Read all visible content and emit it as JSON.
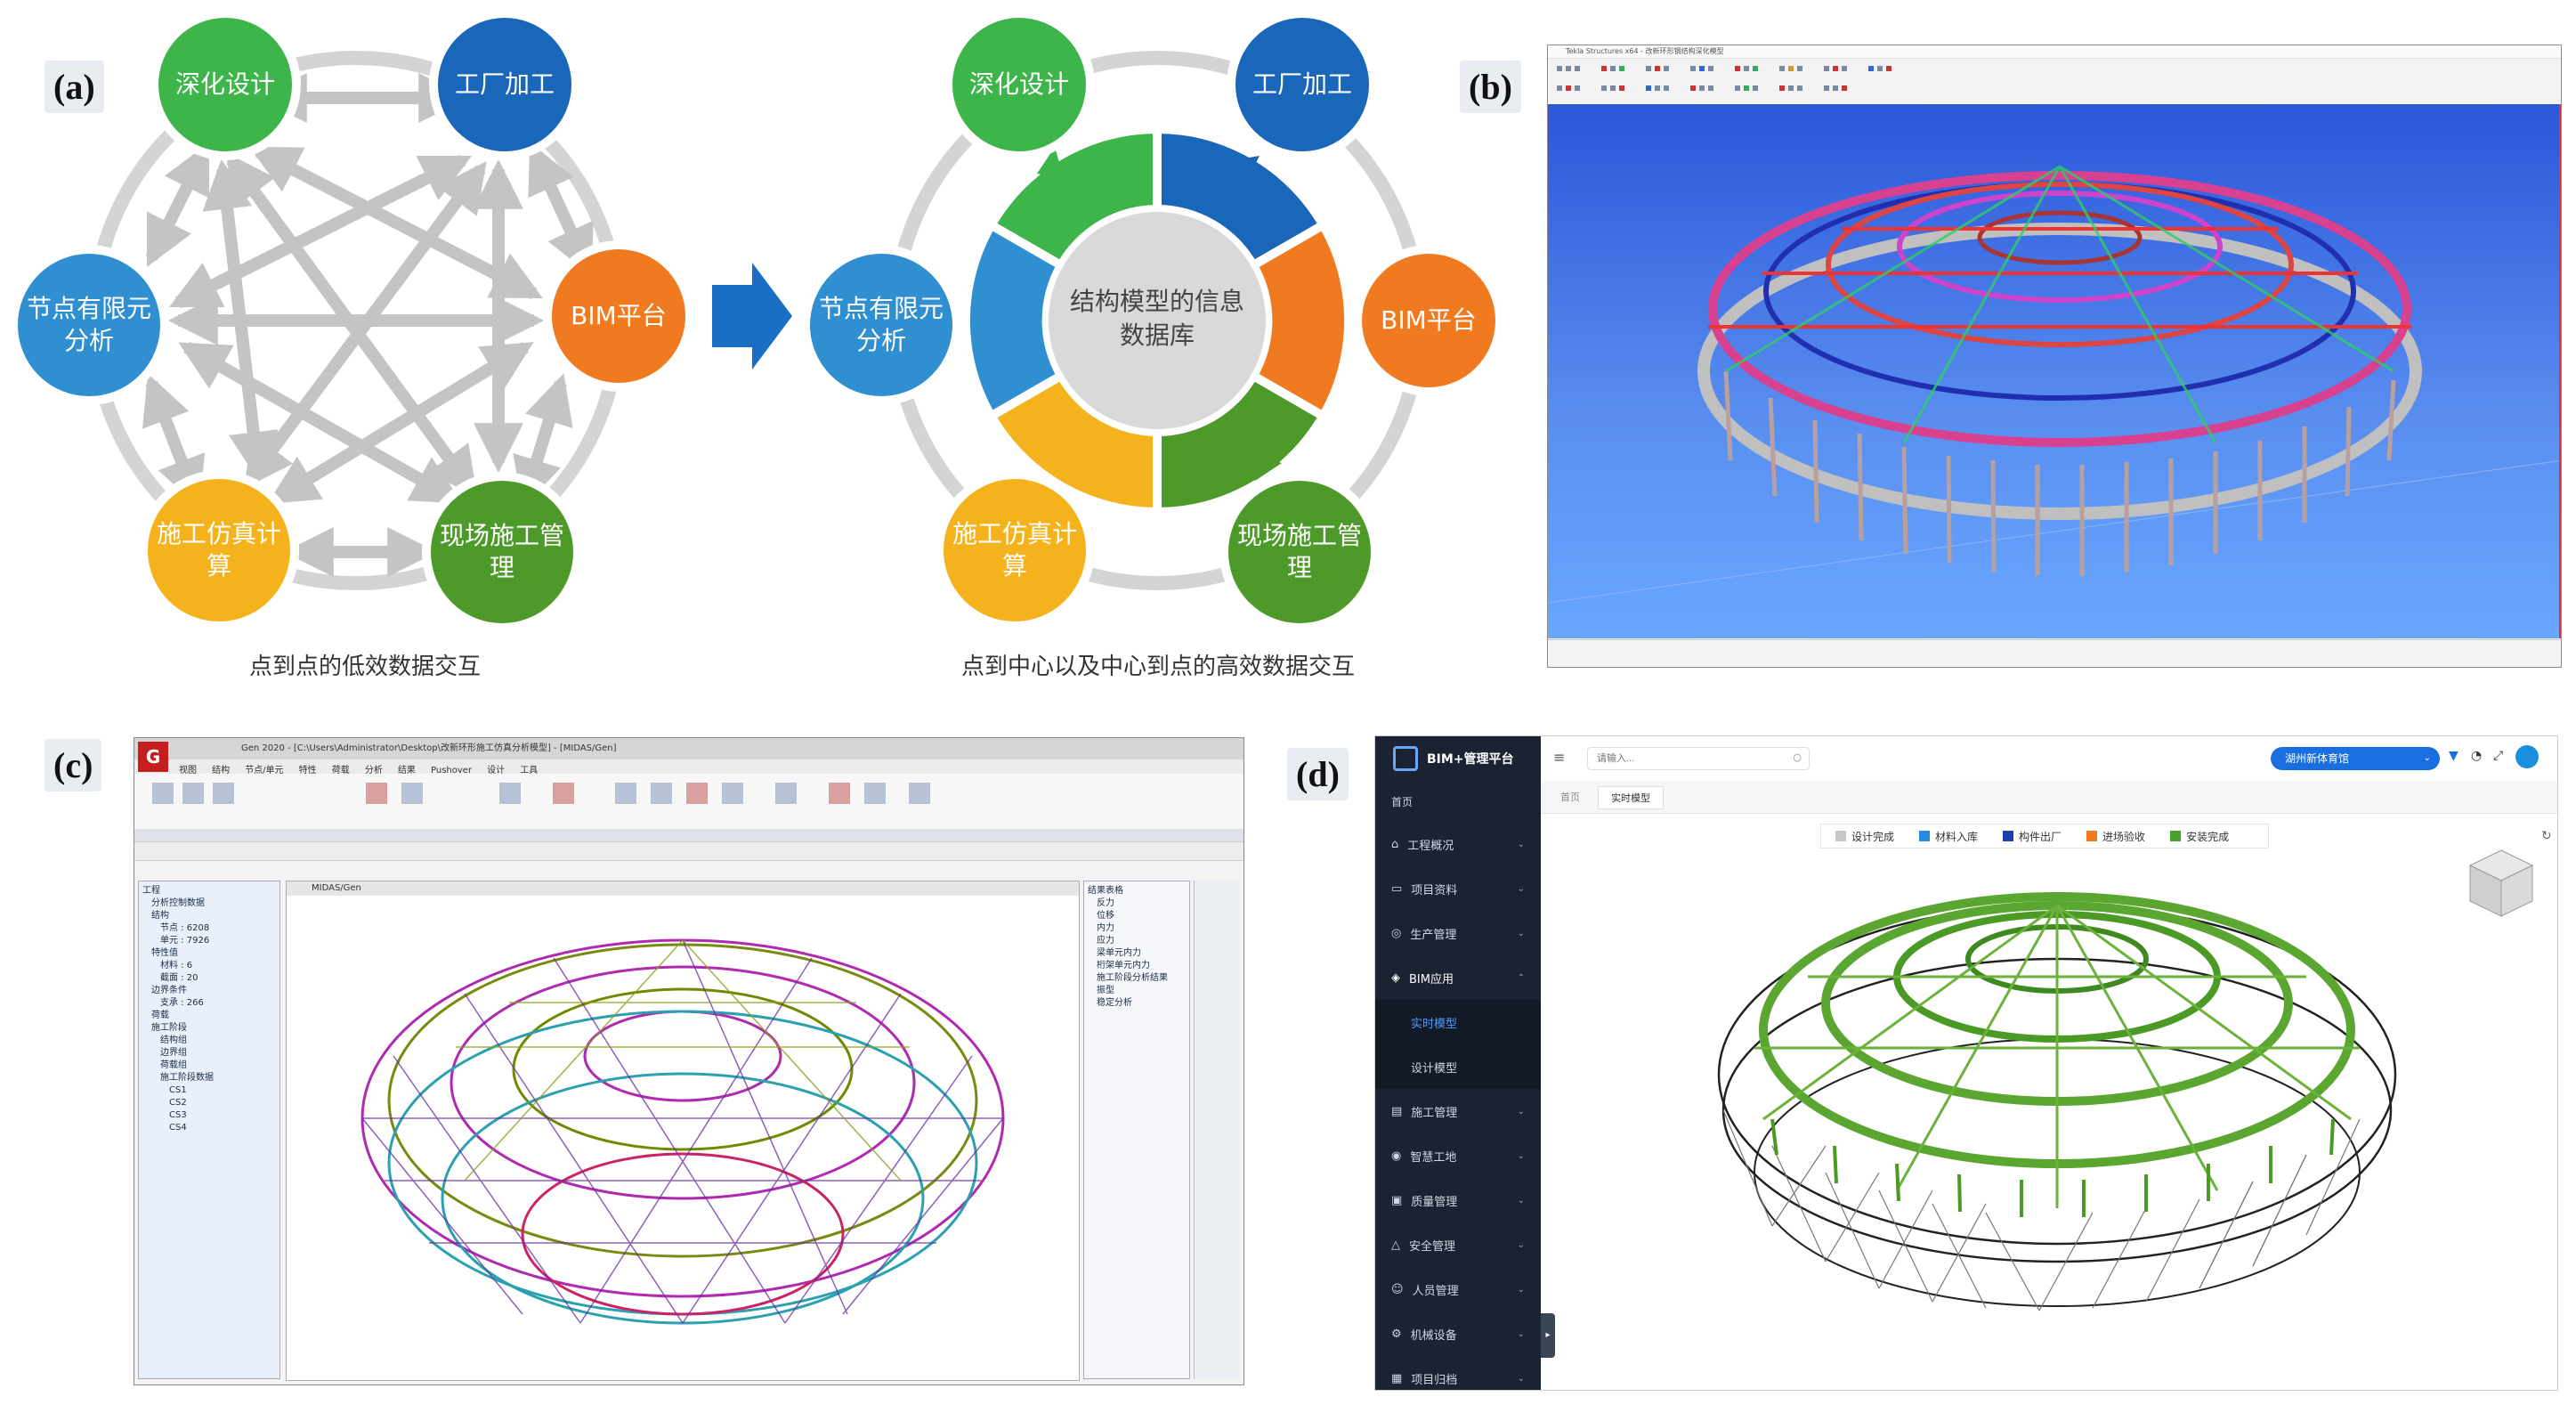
{
  "panel_labels": {
    "a": "(a)",
    "b": "(b)",
    "c": "(c)",
    "d": "(d)"
  },
  "panel_a": {
    "left": {
      "nodes": [
        "深化设计",
        "工厂加工",
        "BIM平台",
        "现场施工管理",
        "施工仿真计算",
        "节点有限元分析"
      ],
      "caption": "点到点的低效数据交互"
    },
    "right": {
      "nodes": [
        "深化设计",
        "工厂加工",
        "BIM平台",
        "现场施工管理",
        "施工仿真计算",
        "节点有限元分析"
      ],
      "center": "结构模型的信息数据库",
      "caption": "点到中心以及中心到点的高效数据交互"
    },
    "colors": {
      "green": "#3db54a",
      "blue": "#1a66b8",
      "orange": "#f07a20",
      "dark_green": "#4d9a2b",
      "yellow": "#f4b31c",
      "light_blue": "#2f8fd0",
      "grey_arrow": "#c8c8c8",
      "center_grey": "#d9d9d9"
    }
  },
  "panel_c": {
    "app_title": "Gen 2020 - [C:\\Users\\Administrator\\Desktop\\改新环形施工仿真分析模型] - [MIDAS/Gen]",
    "ribbon_tabs": [
      "视图",
      "结构",
      "节点/单元",
      "特性",
      "荷载",
      "分析",
      "结果",
      "Pushover",
      "设计",
      "工具"
    ],
    "view_tab": "MIDAS/Gen",
    "tree": [
      "工程",
      "分析控制数据",
      "结构",
      "节点 : 6208",
      "单元 : 7926",
      "特性值",
      "材料 : 6",
      "截面 : 20",
      "边界条件",
      "支承 : 266",
      "荷载",
      "施工阶段",
      "结构组",
      "边界组",
      "荷载组",
      "施工阶段数据",
      "CS1",
      "CS2",
      "CS3",
      "CS4"
    ],
    "right_tree": [
      "结果表格",
      "反力",
      "位移",
      "内力",
      "应力",
      "梁单元内力",
      "桁架单元内力",
      "施工阶段分析结果",
      "振型",
      "稳定分析"
    ]
  },
  "panel_b": {
    "app_title": "Tekla Structures x64 - 改新环形钢结构深化模型"
  },
  "panel_d": {
    "brand": "BIM+管理平台",
    "search_placeholder": "请输入...",
    "project_select": "湖州新体育馆",
    "home": "首页",
    "tabs": [
      "首页",
      "实时模型"
    ],
    "sidebar": [
      "工程概况",
      "项目资料",
      "生产管理",
      "BIM应用",
      "实时模型",
      "设计模型",
      "施工管理",
      "智慧工地",
      "质量管理",
      "安全管理",
      "人员管理",
      "机械设备",
      "项目归档"
    ],
    "legend": [
      {
        "label": "设计完成",
        "color": "#c8c8c8"
      },
      {
        "label": "材料入库",
        "color": "#2a8ae0"
      },
      {
        "label": "构件出厂",
        "color": "#1f3fa8"
      },
      {
        "label": "进场验收",
        "color": "#f07a20"
      },
      {
        "label": "安装完成",
        "color": "#4aa02c"
      }
    ]
  }
}
